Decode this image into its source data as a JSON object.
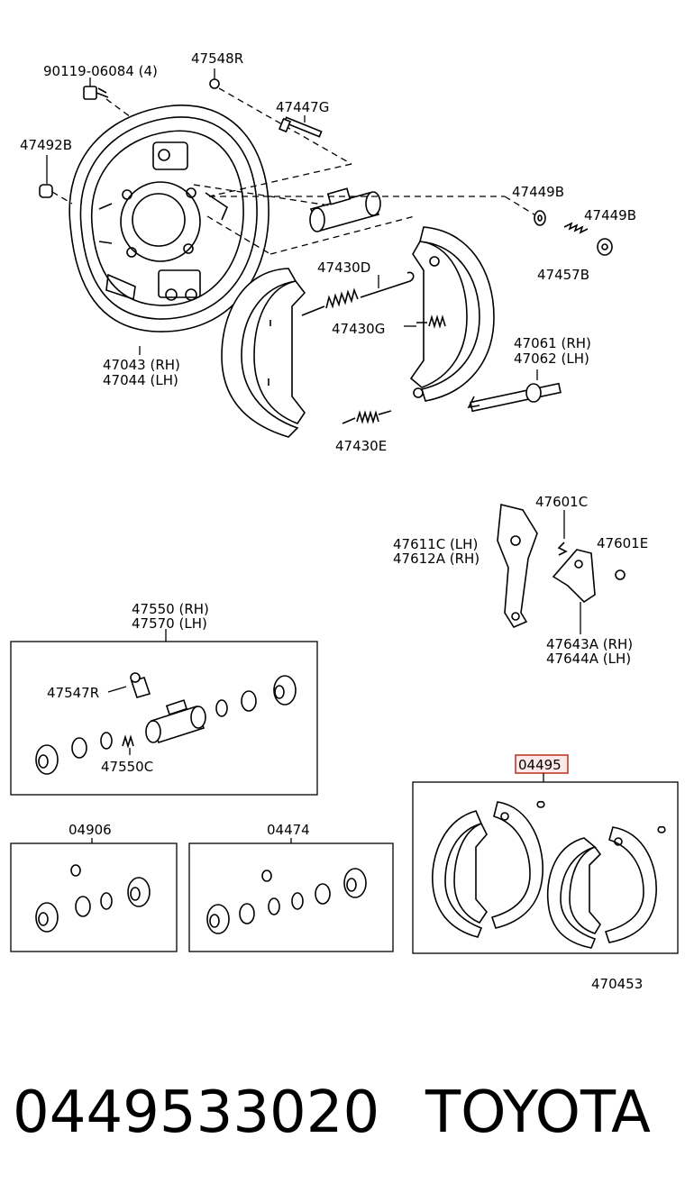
{
  "labels": {
    "bolt": "90119-06084 (4)",
    "bleeder_cap": "47548R",
    "cyl_bolt": "47447G",
    "plug": "47492B",
    "plate_rh": "47043 (RH)",
    "plate_lh": "47044 (LH)",
    "spring_d": "47430D",
    "spring_g": "47430G",
    "spring_e": "47430E",
    "washer_b": "47449B",
    "washer_b2": "47449B",
    "spring_457b": "47457B",
    "adjuster_rh": "47061 (RH)",
    "adjuster_lh": "47062 (LH)",
    "clip_601c": "47601C",
    "clip_601e": "47601E",
    "lever_lh": "47611C (LH)",
    "lever_rh": "47612A (RH)",
    "latch_rh": "47643A (RH)",
    "latch_lh": "47644A (LH)",
    "cylinder_rh": "47550 (RH)",
    "cylinder_lh": "47570 (LH)",
    "bleeder": "47547R",
    "cup": "47550C",
    "kit_04906": "04906",
    "kit_04474": "04474",
    "shoe_kit": "04495",
    "diagram_no": "470453"
  },
  "footer": {
    "part_number": "0449533020",
    "brand": "TOYOTA"
  }
}
